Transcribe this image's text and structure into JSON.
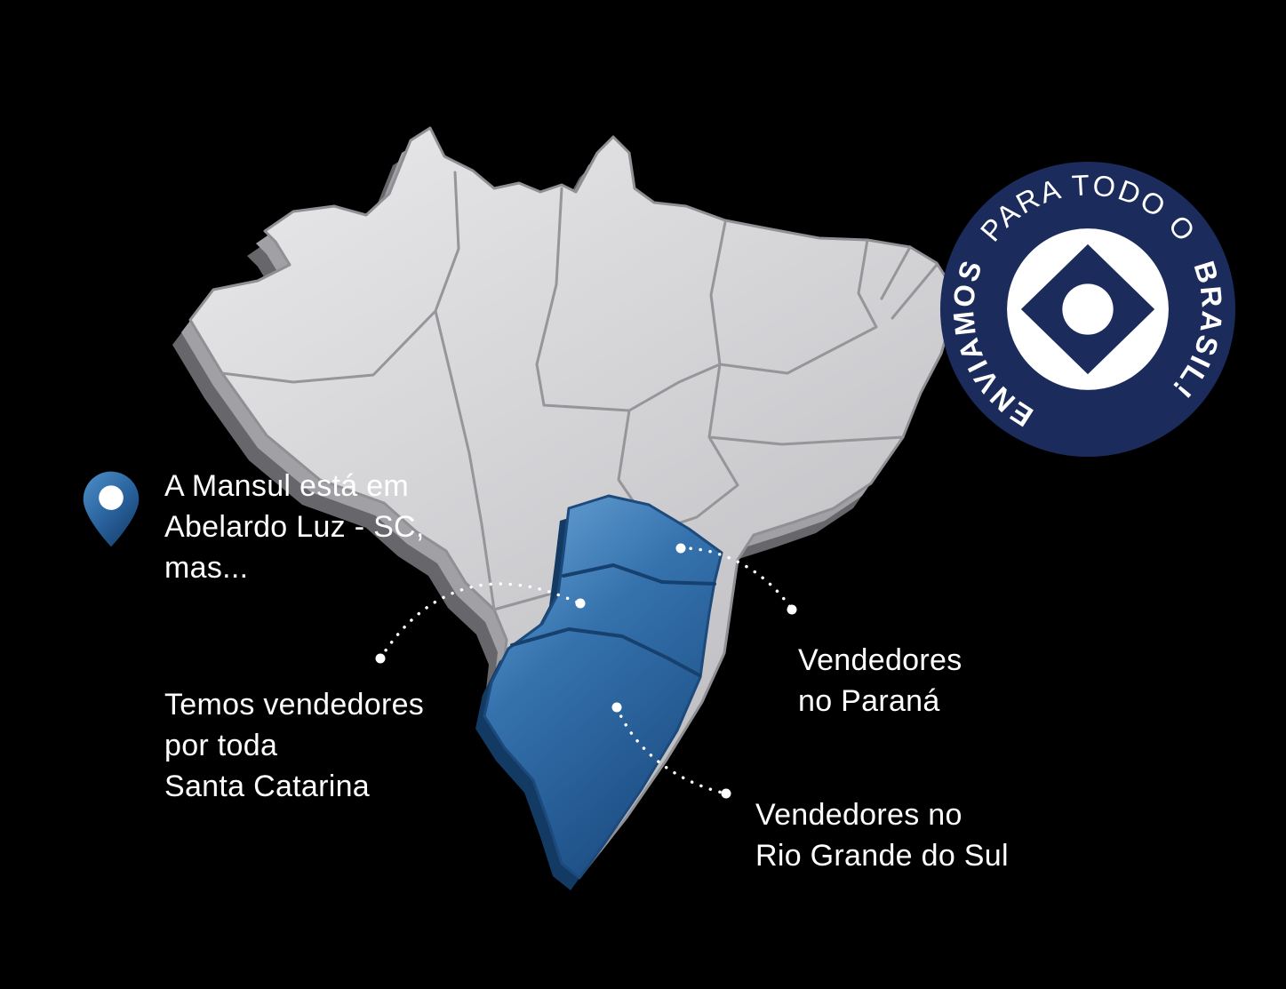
{
  "scene": {
    "background_color": "#000000"
  },
  "badge": {
    "bold_1": "ENVIAMOS",
    "regular": "PARA TODO O",
    "bold_2": "BRASIL!",
    "full_text": "ENVIAMOS PARA TODO O BRASIL!",
    "ring_color": "#1b2c5c",
    "text_color": "#ffffff"
  },
  "labels": {
    "headquarters": {
      "lines": [
        "A Mansul está em",
        "Abelardo Luz - SC,",
        "mas..."
      ]
    },
    "santa_catarina": {
      "lines": [
        "Temos vendedores",
        "por toda",
        "Santa Catarina"
      ]
    },
    "parana": {
      "lines": [
        "Vendedores",
        "no Paraná"
      ]
    },
    "rio_grande_do_sul": {
      "lines": [
        "Vendedores no",
        "Rio Grande do Sul"
      ]
    }
  },
  "map": {
    "base_color": "#d2d2d5",
    "highlight_color": "#3572ad",
    "highlighted_states": [
      "Paraná",
      "Santa Catarina",
      "Rio Grande do Sul"
    ]
  }
}
